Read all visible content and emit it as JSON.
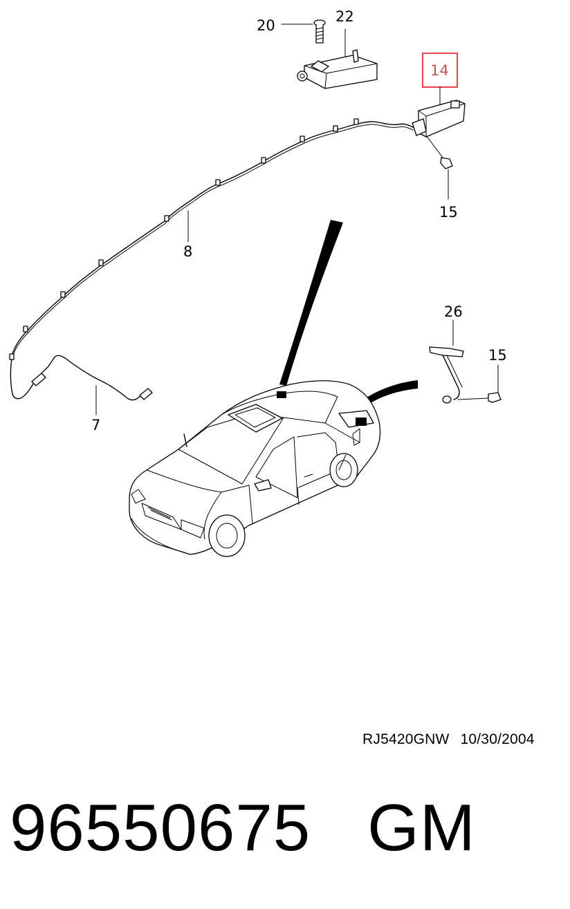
{
  "callouts": {
    "c20": "20",
    "c22": "22",
    "c14": "14",
    "c15a": "15",
    "c8": "8",
    "c26": "26",
    "c15b": "15",
    "c7": "7"
  },
  "highlight_color": "#e8434b",
  "reference_code": "RJ5420GNW",
  "reference_date": "10/30/2004",
  "part_number": "96550675",
  "brand": "GM"
}
